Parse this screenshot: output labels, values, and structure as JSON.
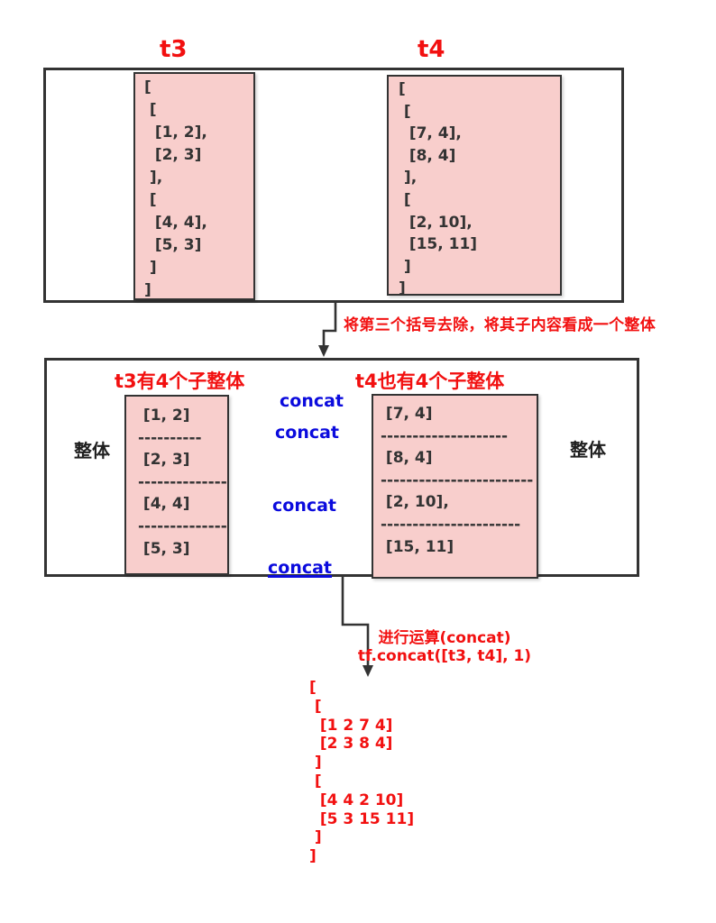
{
  "colors": {
    "red_text": "#f21010",
    "blue_text": "#0b0bdd",
    "pink_fill": "#f8cecc",
    "box_border": "#333333",
    "tensor_text": "#333333"
  },
  "top_section": {
    "t3_title": "t3",
    "t4_title": "t4",
    "t3_content": "[\n [\n  [1, 2],\n  [2, 3]\n ],\n [\n  [4, 4],\n  [5, 3]\n ]\n]",
    "t4_content": "[\n [\n  [7, 4],\n  [8, 4]\n ],\n [\n  [2, 10],\n  [15, 11]\n ]\n]"
  },
  "note1": "将第三个括号去除，将其子内容看成一个整体",
  "middle_section": {
    "t3_header": "t3有4个子整体",
    "t4_header": "t4也有4个子整体",
    "left_whole_label": "整体",
    "right_whole_label": "整体",
    "t3_content": " [1, 2]\n----------\n [2, 3]\n--------------\n [4, 4]\n--------------\n [5, 3]",
    "t4_content": " [7, 4]\n--------------------\n [8, 4]\n------------------------\n [2, 10],\n----------------------\n [15, 11]",
    "concat_labels": [
      "concat",
      "concat",
      "concat",
      "concat"
    ]
  },
  "note2": {
    "line1": "进行运算(concat)",
    "line2": "tf.concat([t3, t4], 1)"
  },
  "result": "[\n [\n  [1 2 7 4]\n  [2 3 8 4]\n ]\n [\n  [4 4 2 10]\n  [5 3 15 11]\n ]\n]"
}
